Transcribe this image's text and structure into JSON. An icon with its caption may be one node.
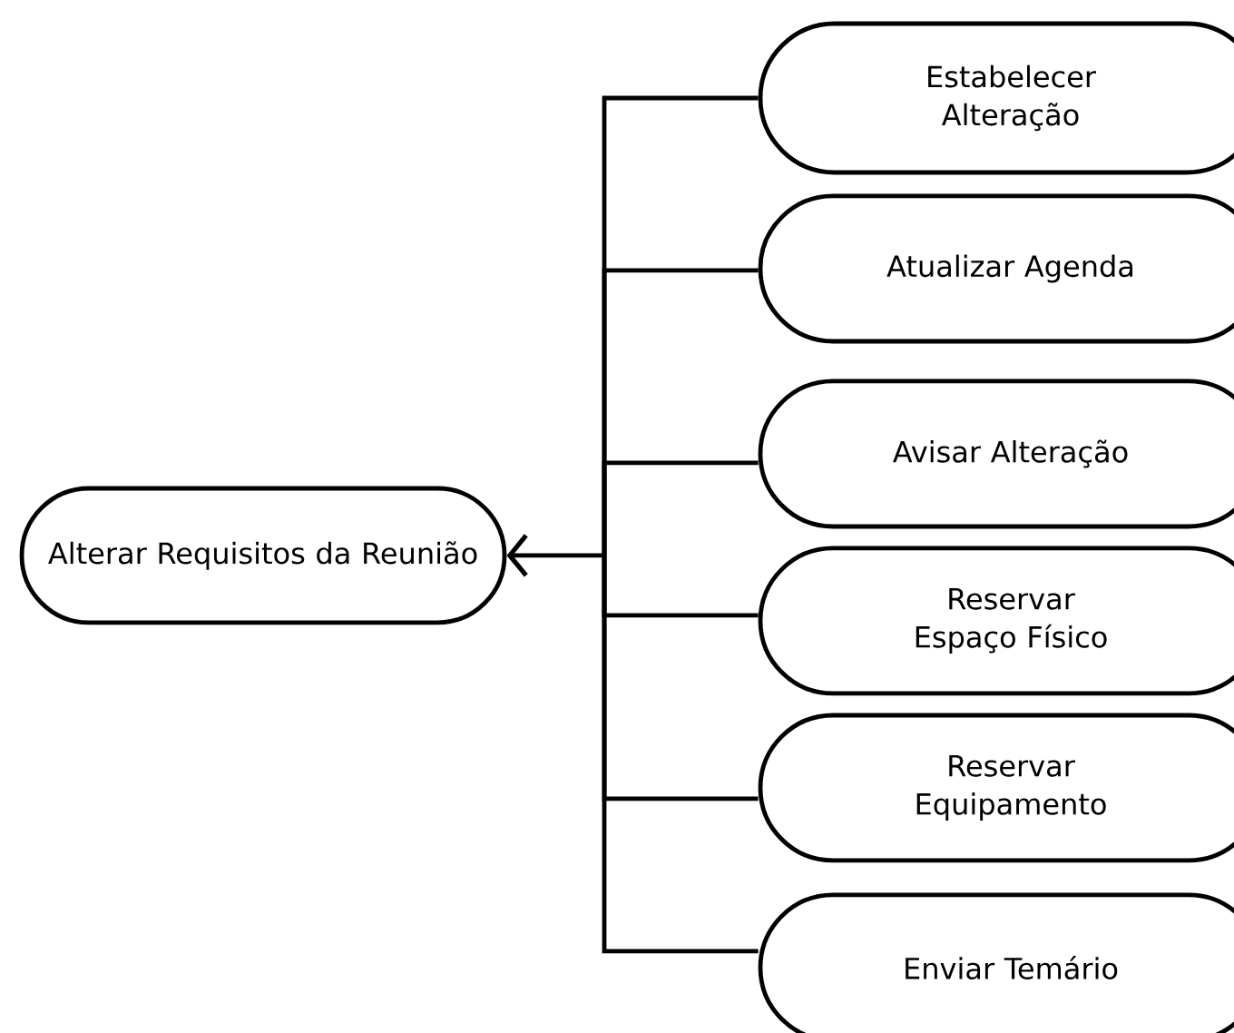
{
  "diagram": {
    "nodes": [
      {
        "text": [
          "Alterar Requisitos da Reunião"
        ]
      },
      {
        "text": [
          "Estabelecer Alteração"
        ]
      },
      {
        "text": [
          "Atualizar Agenda"
        ]
      },
      {
        "text": [
          "Avisar Alteração"
        ]
      },
      {
        "text": [
          "Reservar Espaço Físico"
        ]
      },
      {
        "text": [
          "Reservar Equipamento"
        ]
      },
      {
        "text": [
          "Enviar Temário"
        ]
      }
    ],
    "edges": [
      {
        "from": 1,
        "to": 0,
        "arrow": "to"
      },
      {
        "from": 2,
        "to": 0,
        "arrow": "to"
      },
      {
        "from": 3,
        "to": 0,
        "arrow": "to"
      },
      {
        "from": 4,
        "to": 0,
        "arrow": "to"
      },
      {
        "from": 5,
        "to": 0,
        "arrow": "to"
      },
      {
        "from": 6,
        "to": 0,
        "arrow": "to"
      }
    ]
  }
}
